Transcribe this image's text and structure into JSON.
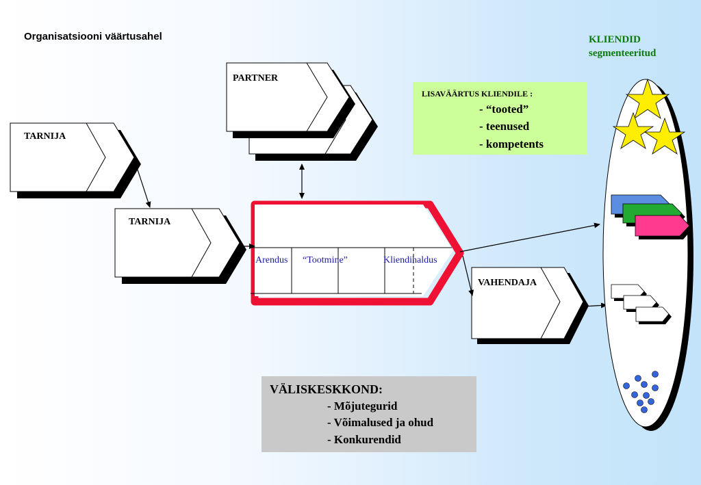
{
  "title": "Organisatsiooni väärtusahel",
  "clients": {
    "line1": "KLIENDID",
    "line2": "segmenteeritud"
  },
  "suppliers": [
    {
      "label": "TARNIJA"
    },
    {
      "label": "TARNIJA"
    }
  ],
  "partner": {
    "label": "PARTNER"
  },
  "distributor": {
    "label": "VAHENDAJA"
  },
  "core_chain": {
    "segments": [
      "Arendus",
      "“Tootmine”",
      "Kliendihaldus"
    ]
  },
  "value_added": {
    "heading": "LISAVÄÄRTUS  KLIENDILE    :",
    "items": [
      "- “tooted”",
      "- teenused",
      "- kompetents"
    ]
  },
  "environment": {
    "heading": "VÄLISKESKKOND:",
    "items": [
      "- Mõjutegurid",
      "- Võimalused ja ohud",
      "- Konkurendid"
    ]
  },
  "colors": {
    "core_border": "#ee1133",
    "client_text": "#0a7a0a",
    "value_box": "#ccff99",
    "environment_box": "#c9c9c9",
    "star": "#ffee00",
    "segment_blue": "#5b8ee0",
    "segment_green": "#22aa33",
    "segment_pink": "#ff3a8f",
    "dots": "#3366dd",
    "segment_text": "#1a1aa0"
  }
}
